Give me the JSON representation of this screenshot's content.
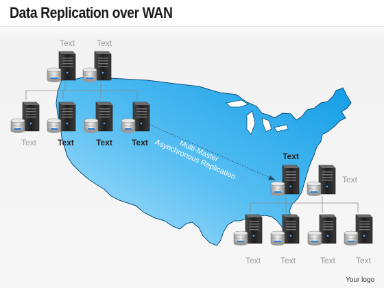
{
  "title": "Data Replication over WAN",
  "replication_line1": "Multi-Master",
  "replication_line2": "Asynchronous Replication",
  "logo": "Your logo",
  "labels": {
    "l1": "Text",
    "l2": "Text",
    "l3": "Text",
    "l4": "Text",
    "l5": "Text",
    "l6": "Text",
    "l7": "Text",
    "l8": "Text",
    "l9": "Text",
    "l10": "Text",
    "l11": "Text",
    "l12": "Text"
  },
  "colors": {
    "map_light": "#a8dcf8",
    "map_dark": "#1aa3e8",
    "map_stroke": "#0a4f7a"
  },
  "icons": [
    "server-tower-icon",
    "database-icon"
  ]
}
